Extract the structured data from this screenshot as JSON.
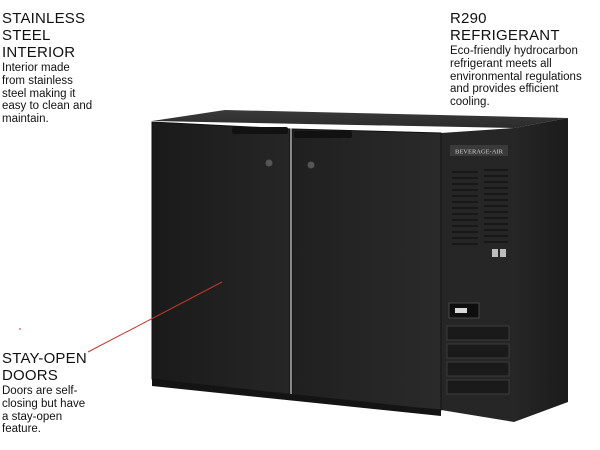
{
  "callouts": {
    "stainless": {
      "title_lines": [
        "STAINLESS",
        "STEEL",
        "INTERIOR"
      ],
      "body_lines": [
        "Interior made",
        "from stainless",
        "steel making it",
        "easy to clean and",
        "maintain."
      ]
    },
    "refrigerant": {
      "title_lines": [
        "R290 REFRIGERANT"
      ],
      "body_lines": [
        "Eco-friendly hydrocarbon",
        "refrigerant  meets all",
        "environmental regulations",
        "and provides efficient",
        "cooling."
      ]
    },
    "stay_open": {
      "title_lines": [
        "STAY-OPEN",
        "DOORS"
      ],
      "body_lines": [
        "Doors are self-",
        "closing but have",
        "a stay-open",
        "feature."
      ]
    }
  },
  "product": {
    "brand_plate_text": "BEVERAGE-AIR",
    "body_color": "#232323",
    "door_color": "#1c1c1c",
    "leader_color": "#c0392b"
  }
}
